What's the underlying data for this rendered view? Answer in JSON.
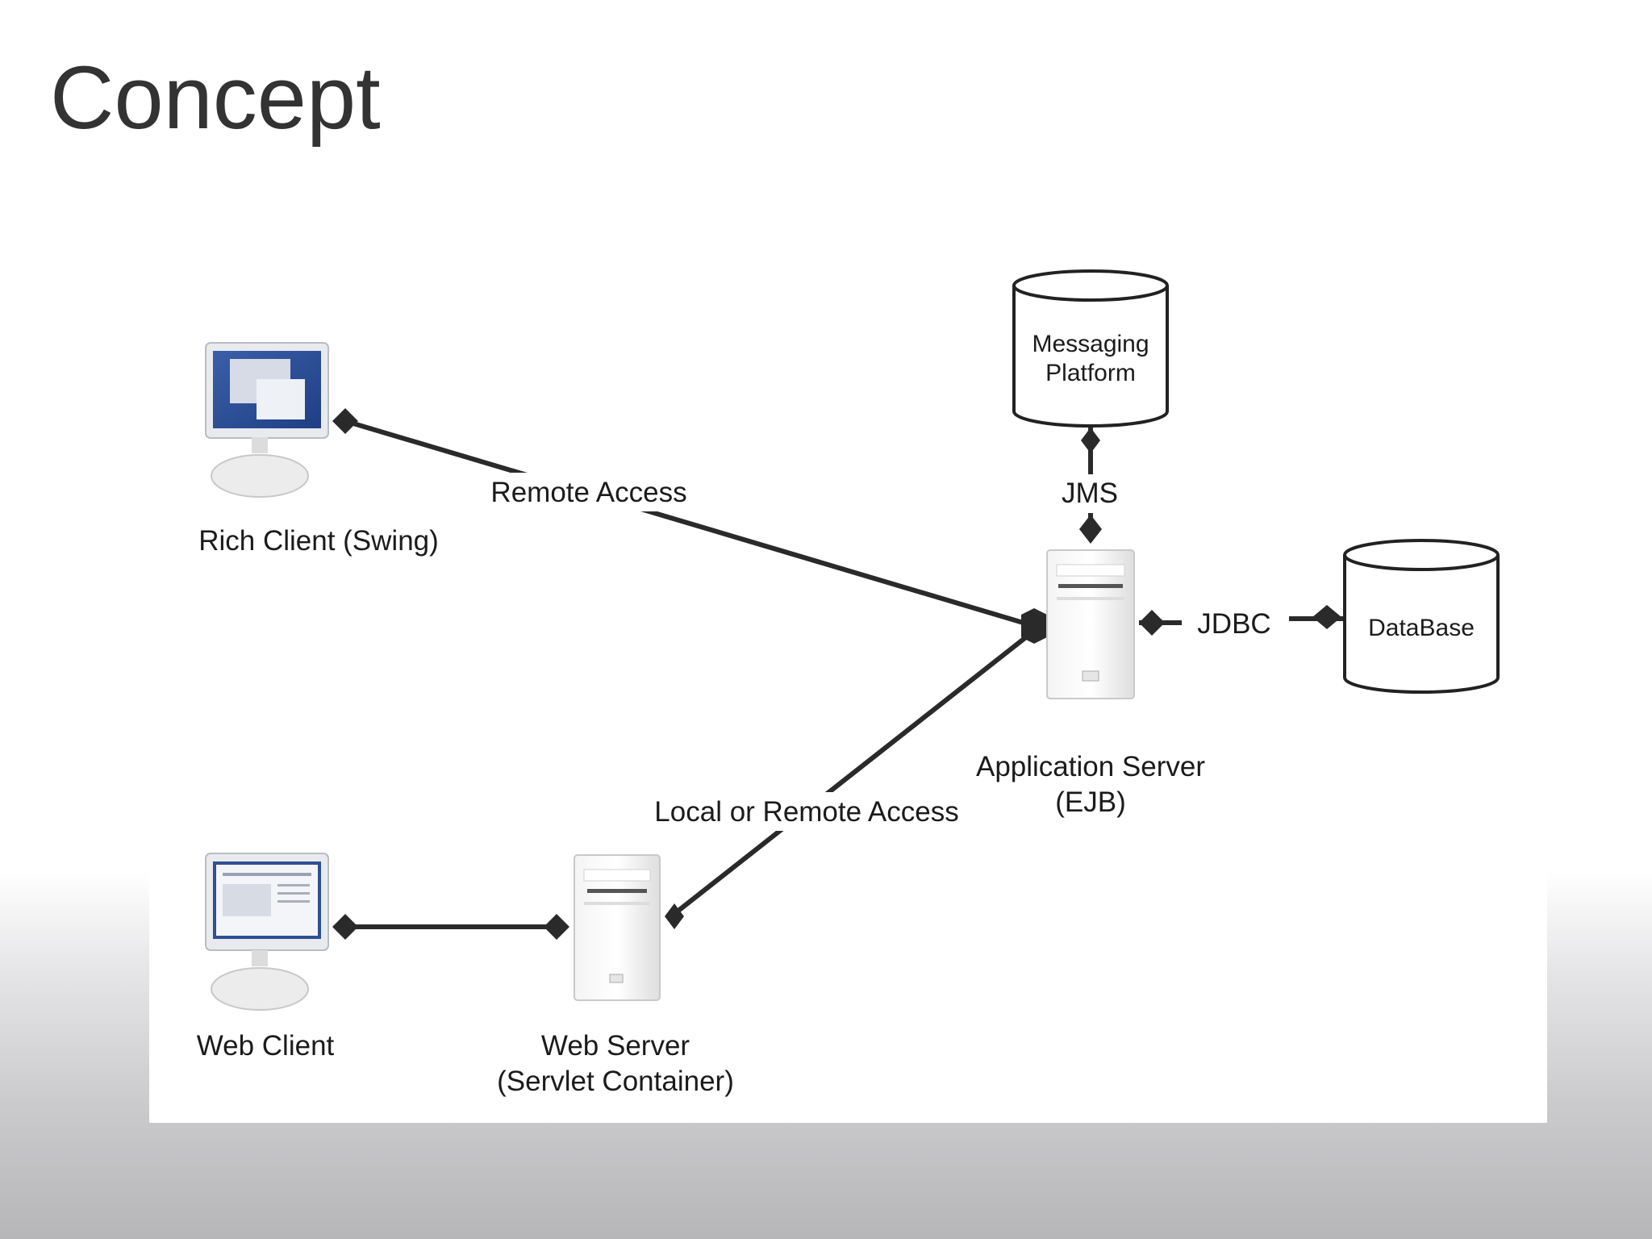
{
  "slide": {
    "title": "Concept"
  },
  "diagram": {
    "nodes": {
      "rich_client": "Rich Client (Swing)",
      "web_client": "Web Client",
      "web_server_line1": "Web Server",
      "web_server_line2": "(Servlet Container)",
      "app_server_line1": "Application Server",
      "app_server_line2": "(EJB)",
      "messaging_line1": "Messaging",
      "messaging_line2": "Platform",
      "database": "DataBase"
    },
    "edges": {
      "remote_access": "Remote Access",
      "local_or_remote_access": "Local or Remote Access",
      "jms": "JMS",
      "jdbc": "JDBC"
    }
  }
}
